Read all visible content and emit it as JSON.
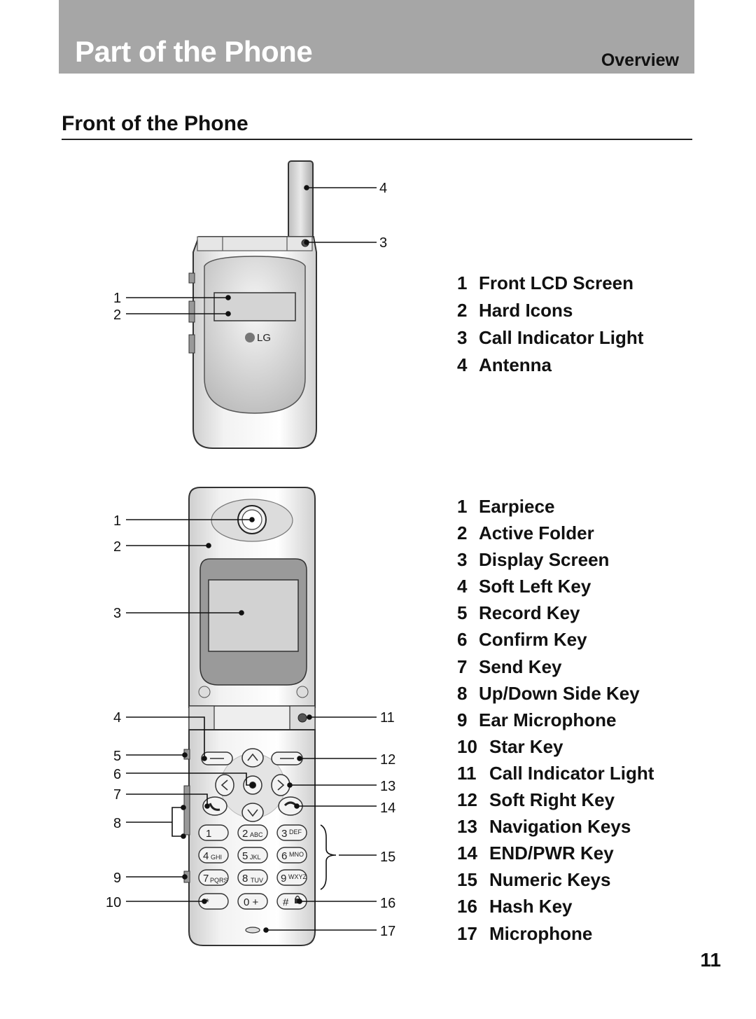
{
  "header": {
    "title": "Part of the Phone",
    "subtitle": "Overview"
  },
  "section": {
    "title": "Front of the Phone"
  },
  "closed_phone": {
    "logo": "LG",
    "callouts": [
      "1",
      "2",
      "3",
      "4"
    ],
    "legend": [
      {
        "num": "1",
        "label": "Front LCD Screen"
      },
      {
        "num": "2",
        "label": "Hard Icons"
      },
      {
        "num": "3",
        "label": "Call Indicator Light"
      },
      {
        "num": "4",
        "label": "Antenna"
      }
    ]
  },
  "open_phone": {
    "callouts": [
      "1",
      "2",
      "3",
      "4",
      "5",
      "6",
      "7",
      "8",
      "9",
      "10",
      "11",
      "12",
      "13",
      "14",
      "15",
      "16",
      "17"
    ],
    "keys": {
      "k1": "1",
      "k2": "2",
      "k2l": "ABC",
      "k3": "3",
      "k3l": "DEF",
      "k4": "4",
      "k4l": "GHI",
      "k5": "5",
      "k5l": "JKL",
      "k6": "6",
      "k6l": "MNO",
      "k7": "7",
      "k7l": "PQRS",
      "k8": "8",
      "k8l": "TUV",
      "k9": "9",
      "k9l": "WXYZ",
      "kstar": "*",
      "k0": "0 +",
      "khash": "#"
    },
    "legend": [
      {
        "num": "1",
        "label": "Earpiece"
      },
      {
        "num": "2",
        "label": "Active Folder"
      },
      {
        "num": "3",
        "label": "Display Screen"
      },
      {
        "num": "4",
        "label": "Soft Left Key"
      },
      {
        "num": "5",
        "label": "Record Key"
      },
      {
        "num": "6",
        "label": "Confirm Key"
      },
      {
        "num": "7",
        "label": "Send Key"
      },
      {
        "num": "8",
        "label": "Up/Down Side Key"
      },
      {
        "num": "9",
        "label": "Ear Microphone"
      },
      {
        "num": "10",
        "label": "Star Key"
      },
      {
        "num": "11",
        "label": "Call Indicator Light"
      },
      {
        "num": "12",
        "label": "Soft Right Key"
      },
      {
        "num": "13",
        "label": "Navigation Keys"
      },
      {
        "num": "14",
        "label": "END/PWR Key"
      },
      {
        "num": "15",
        "label": "Numeric Keys"
      },
      {
        "num": "16",
        "label": "Hash Key"
      },
      {
        "num": "17",
        "label": "Microphone"
      }
    ]
  },
  "page_number": "11"
}
